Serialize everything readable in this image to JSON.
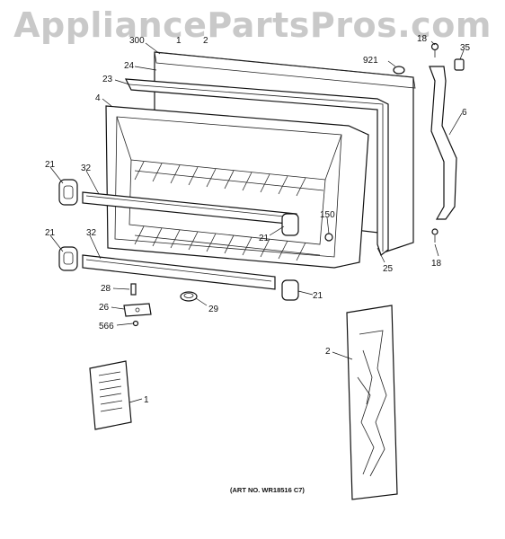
{
  "watermark": "AppliancePartsPros.com",
  "art_number": "(ART NO. WR18516 C7)",
  "labels": {
    "l300": "300",
    "l1": "1",
    "l2": "2",
    "l18a": "18",
    "l35": "35",
    "l921": "921",
    "l24": "24",
    "l23": "23",
    "l4": "4",
    "l6": "6",
    "l21a": "21",
    "l32a": "32",
    "l150": "150",
    "l21b": "21",
    "l25": "25",
    "l18b": "18",
    "l21c": "21",
    "l32b": "32",
    "l28": "28",
    "l21d": "21",
    "l26": "26",
    "l29": "29",
    "l566": "566",
    "l2b": "2",
    "l1b": "1"
  }
}
